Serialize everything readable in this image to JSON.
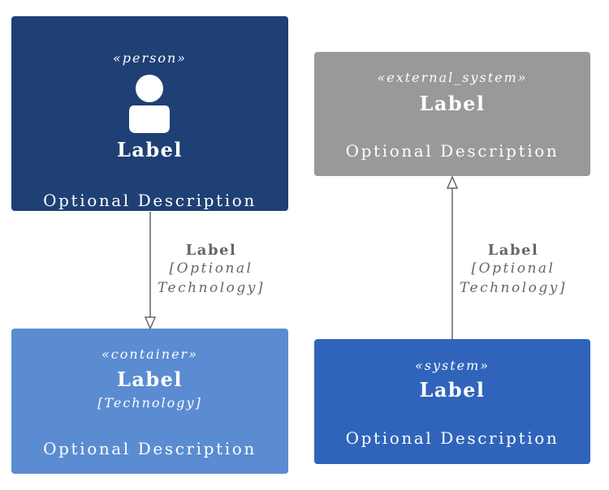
{
  "nodes": {
    "person": {
      "stereotype": "«person»",
      "label": "Label",
      "description": "Optional Description"
    },
    "external_system": {
      "stereotype": "«external_system»",
      "label": "Label",
      "description": "Optional Description"
    },
    "container": {
      "stereotype": "«container»",
      "label": "Label",
      "technology": "[Technology]",
      "description": "Optional Description"
    },
    "system": {
      "stereotype": "«system»",
      "label": "Label",
      "description": "Optional Description"
    }
  },
  "edges": [
    {
      "from": "person",
      "to": "container",
      "label": "Label",
      "technology_line1": "[Optional",
      "technology_line2": "Technology]"
    },
    {
      "from": "system",
      "to": "external_system",
      "label": "Label",
      "technology_line1": "[Optional",
      "technology_line2": "Technology]"
    }
  ],
  "colors": {
    "person": "#1f4075",
    "external_system": "#999999",
    "container": "#5b8cd2",
    "system": "#2f64ba",
    "edge": "#666666"
  },
  "icons": {
    "person": "person-icon"
  }
}
